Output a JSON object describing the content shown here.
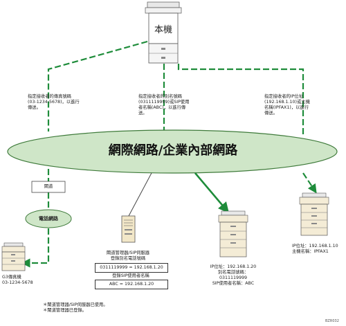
{
  "top_device_label": "本機",
  "annotations": {
    "left": "指定接收者的傳真號碼\n(03-1234-5678)，以進行\n傳送。",
    "center": "指定接收者的別名號碼\n(0311119999)或SIP使用\n者名稱(ABC)，以進行傳\n送。",
    "right": "指定接收者的IP位址\n(192.168.1.10)或主機\n名稱(IPFAX1)，以進行\n傳送。"
  },
  "network_label": "網際網路/企業內部網路",
  "gateway_label": "閘道",
  "phone_network_label": "電話網路",
  "server": {
    "title": "閘道管理器/SIP伺服器\n登錄別名電話號碼",
    "alias_entry": "0311119999 = 192.168.1.20",
    "sip_title": "登錄SIP使用者名稱",
    "sip_entry": "ABC = 192.168.1.20"
  },
  "g3_fax": "G3傳真機\n03-1234-5678",
  "middle_device_info": "IP位址：192.168.1.20\n別名電話號碼：\n0311119999\nSIP使用者名稱：ABC",
  "right_device_info": "IP位址：192.168.1.10\n主機名稱：IPFAX1",
  "footnotes": "＊閘道管理器/SIP伺服器已使用。\n＊閘道管理器已登錄。",
  "figure_code": "BZR032",
  "colors": {
    "link_green": "#1e8c3a",
    "ellipse_fill": "#cfe6c8",
    "ellipse_stroke": "#3e7a3a"
  }
}
